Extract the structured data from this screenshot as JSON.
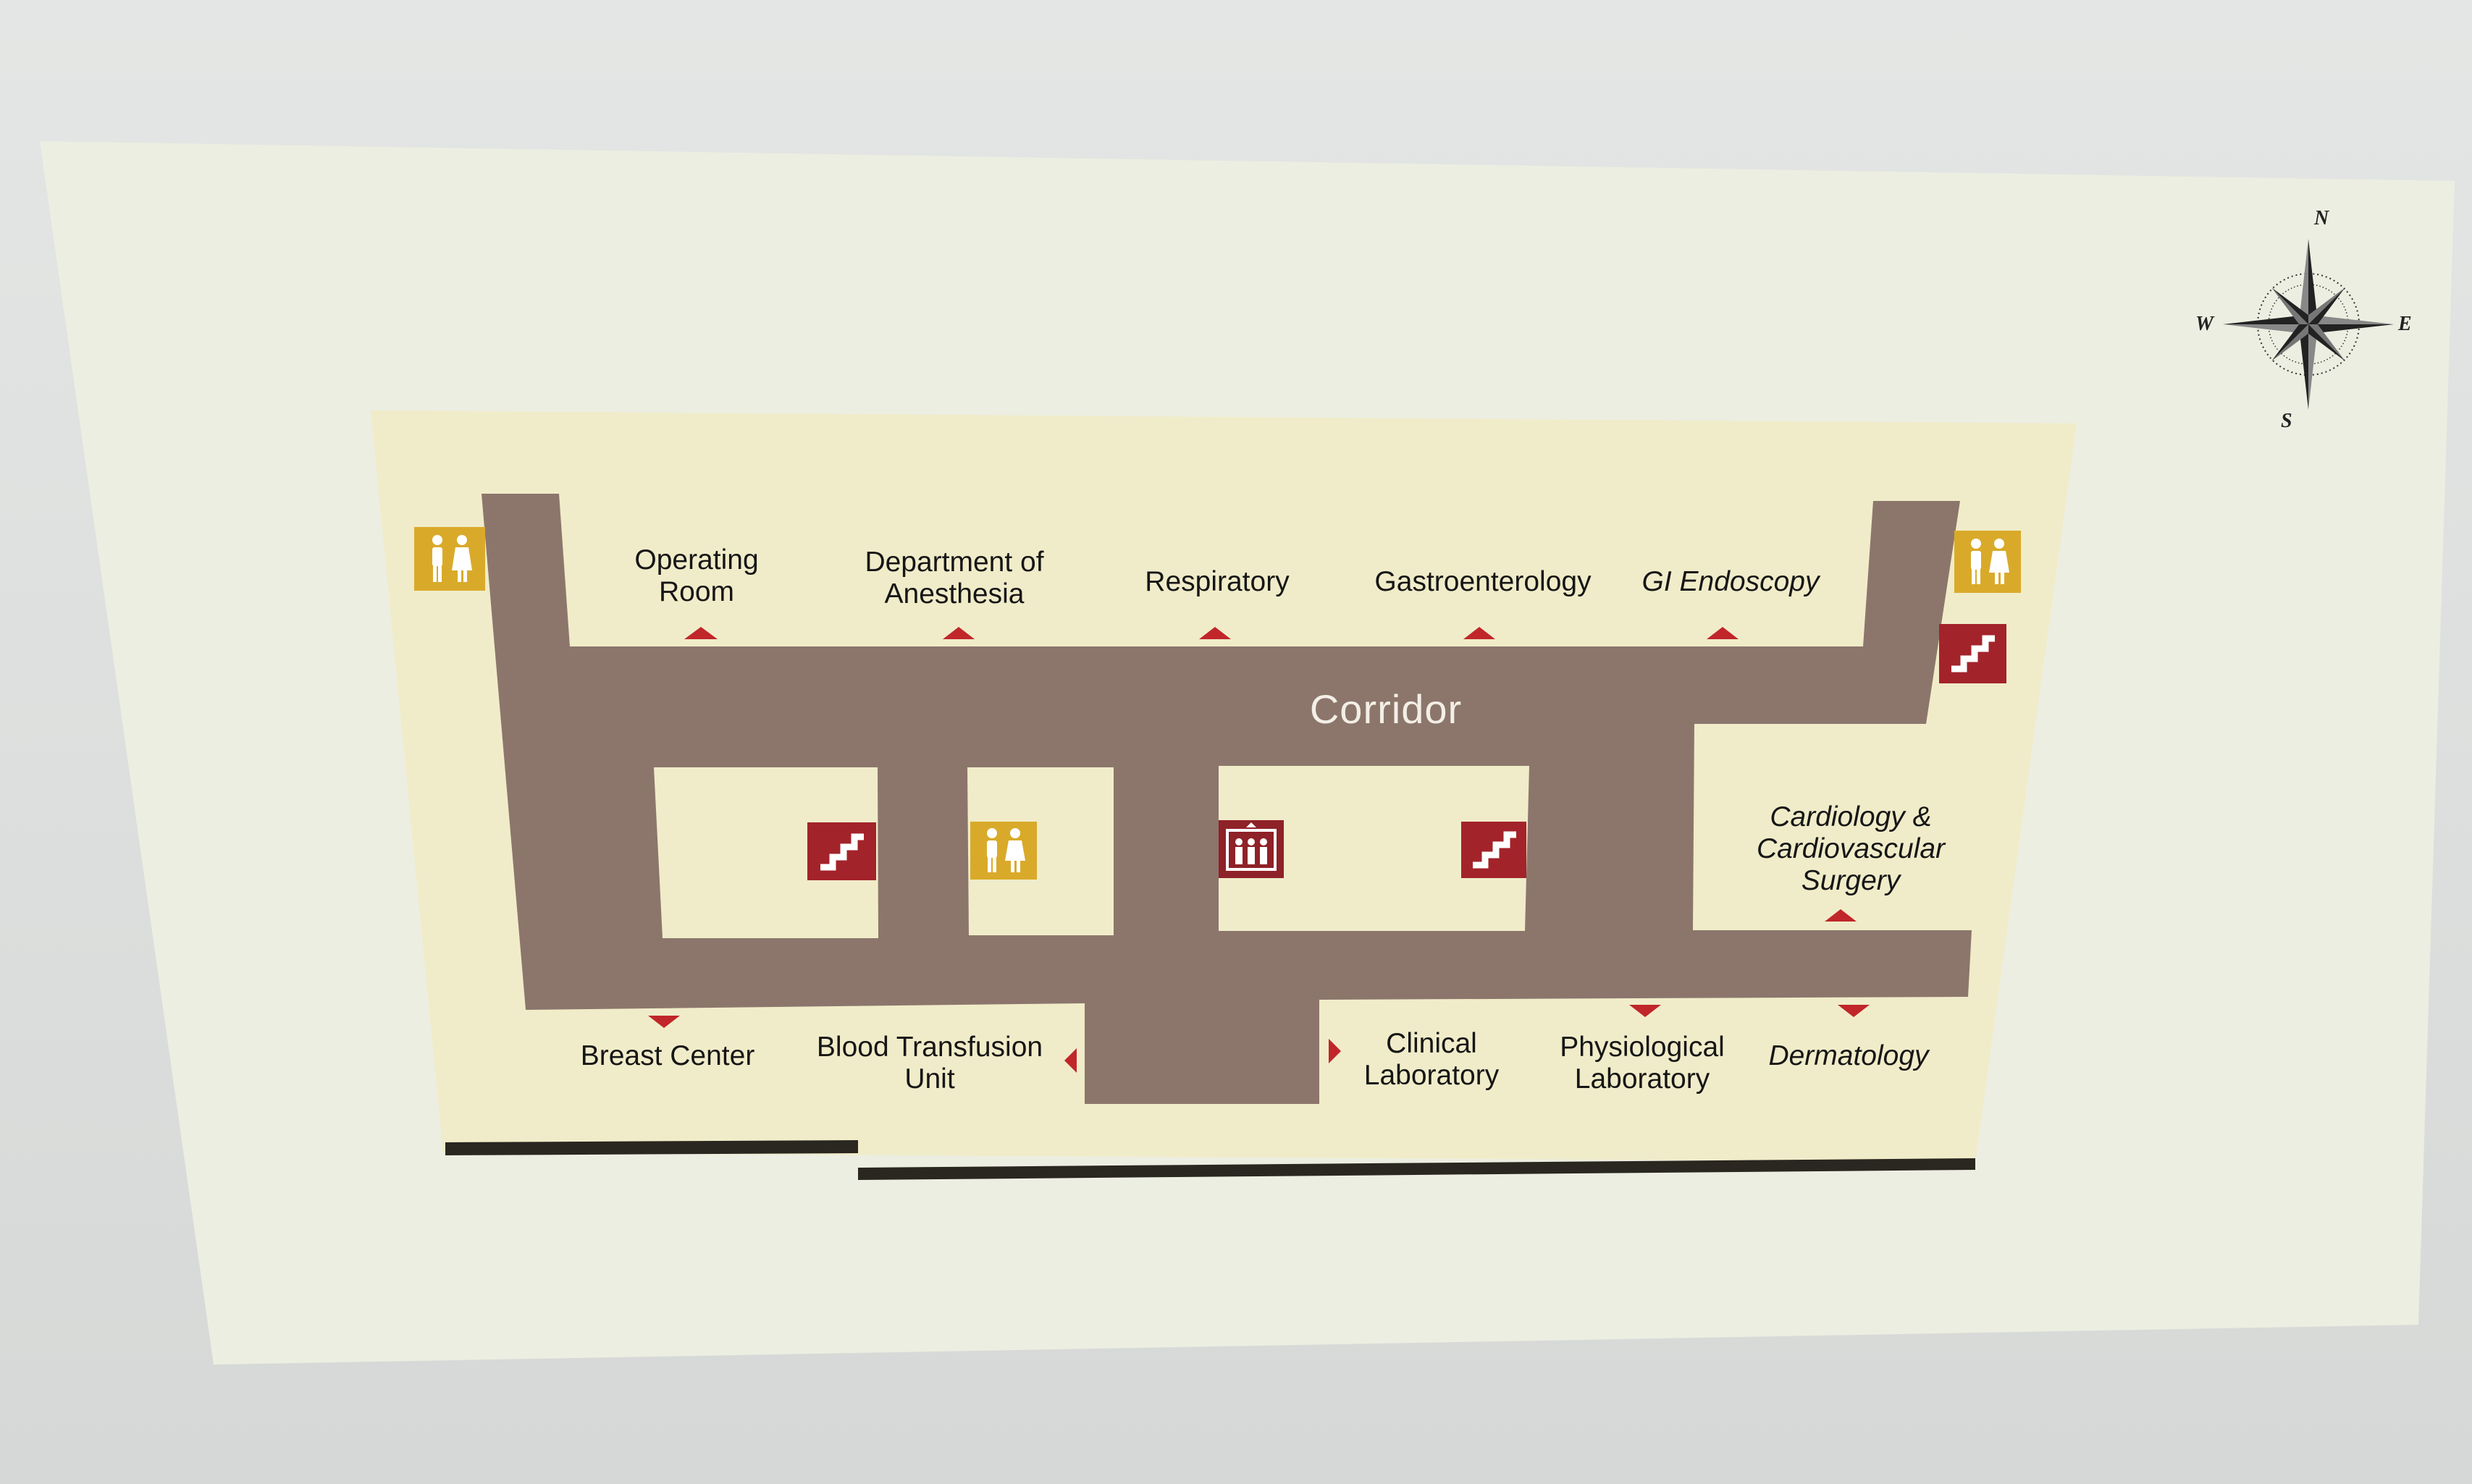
{
  "map": {
    "corridor_label": "Corridor",
    "colors": {
      "corridor": "#8c766c",
      "floor": "#f0ecc9",
      "restroom": "#d9aa2a",
      "stairs": "#a3232a",
      "elevator": "#8f2128",
      "arrow": "#c0262a",
      "outer_wall": "#2a2620"
    },
    "departments_top": [
      {
        "text": "Operating\nRoom",
        "arrow": "up"
      },
      {
        "text": "Department of\nAnesthesia",
        "arrow": "up"
      },
      {
        "text": "Respiratory",
        "arrow": "up"
      },
      {
        "text": "Gastroenterology",
        "arrow": "up"
      },
      {
        "text": "GI Endoscopy",
        "arrow": "up"
      }
    ],
    "departments_side": [
      {
        "text": "Cardiology &\nCardiovascular\nSurgery",
        "arrow": "up"
      }
    ],
    "departments_bottom": [
      {
        "text": "Breast Center",
        "arrow": "down"
      },
      {
        "text": "Blood Transfusion\nUnit",
        "arrow": "left"
      },
      {
        "text": "Clinical\nLaboratory",
        "arrow": "right"
      },
      {
        "text": "Physiological\nLaboratory",
        "arrow": "down"
      },
      {
        "text": "Dermatology",
        "arrow": "down"
      }
    ],
    "icons": [
      {
        "type": "restroom-icon"
      },
      {
        "type": "restroom-icon"
      },
      {
        "type": "restroom-icon"
      },
      {
        "type": "stairs-icon"
      },
      {
        "type": "stairs-icon"
      },
      {
        "type": "stairs-icon"
      },
      {
        "type": "elevator-icon"
      }
    ]
  },
  "compass": {
    "n": "N",
    "s": "S",
    "e": "E",
    "w": "W"
  }
}
